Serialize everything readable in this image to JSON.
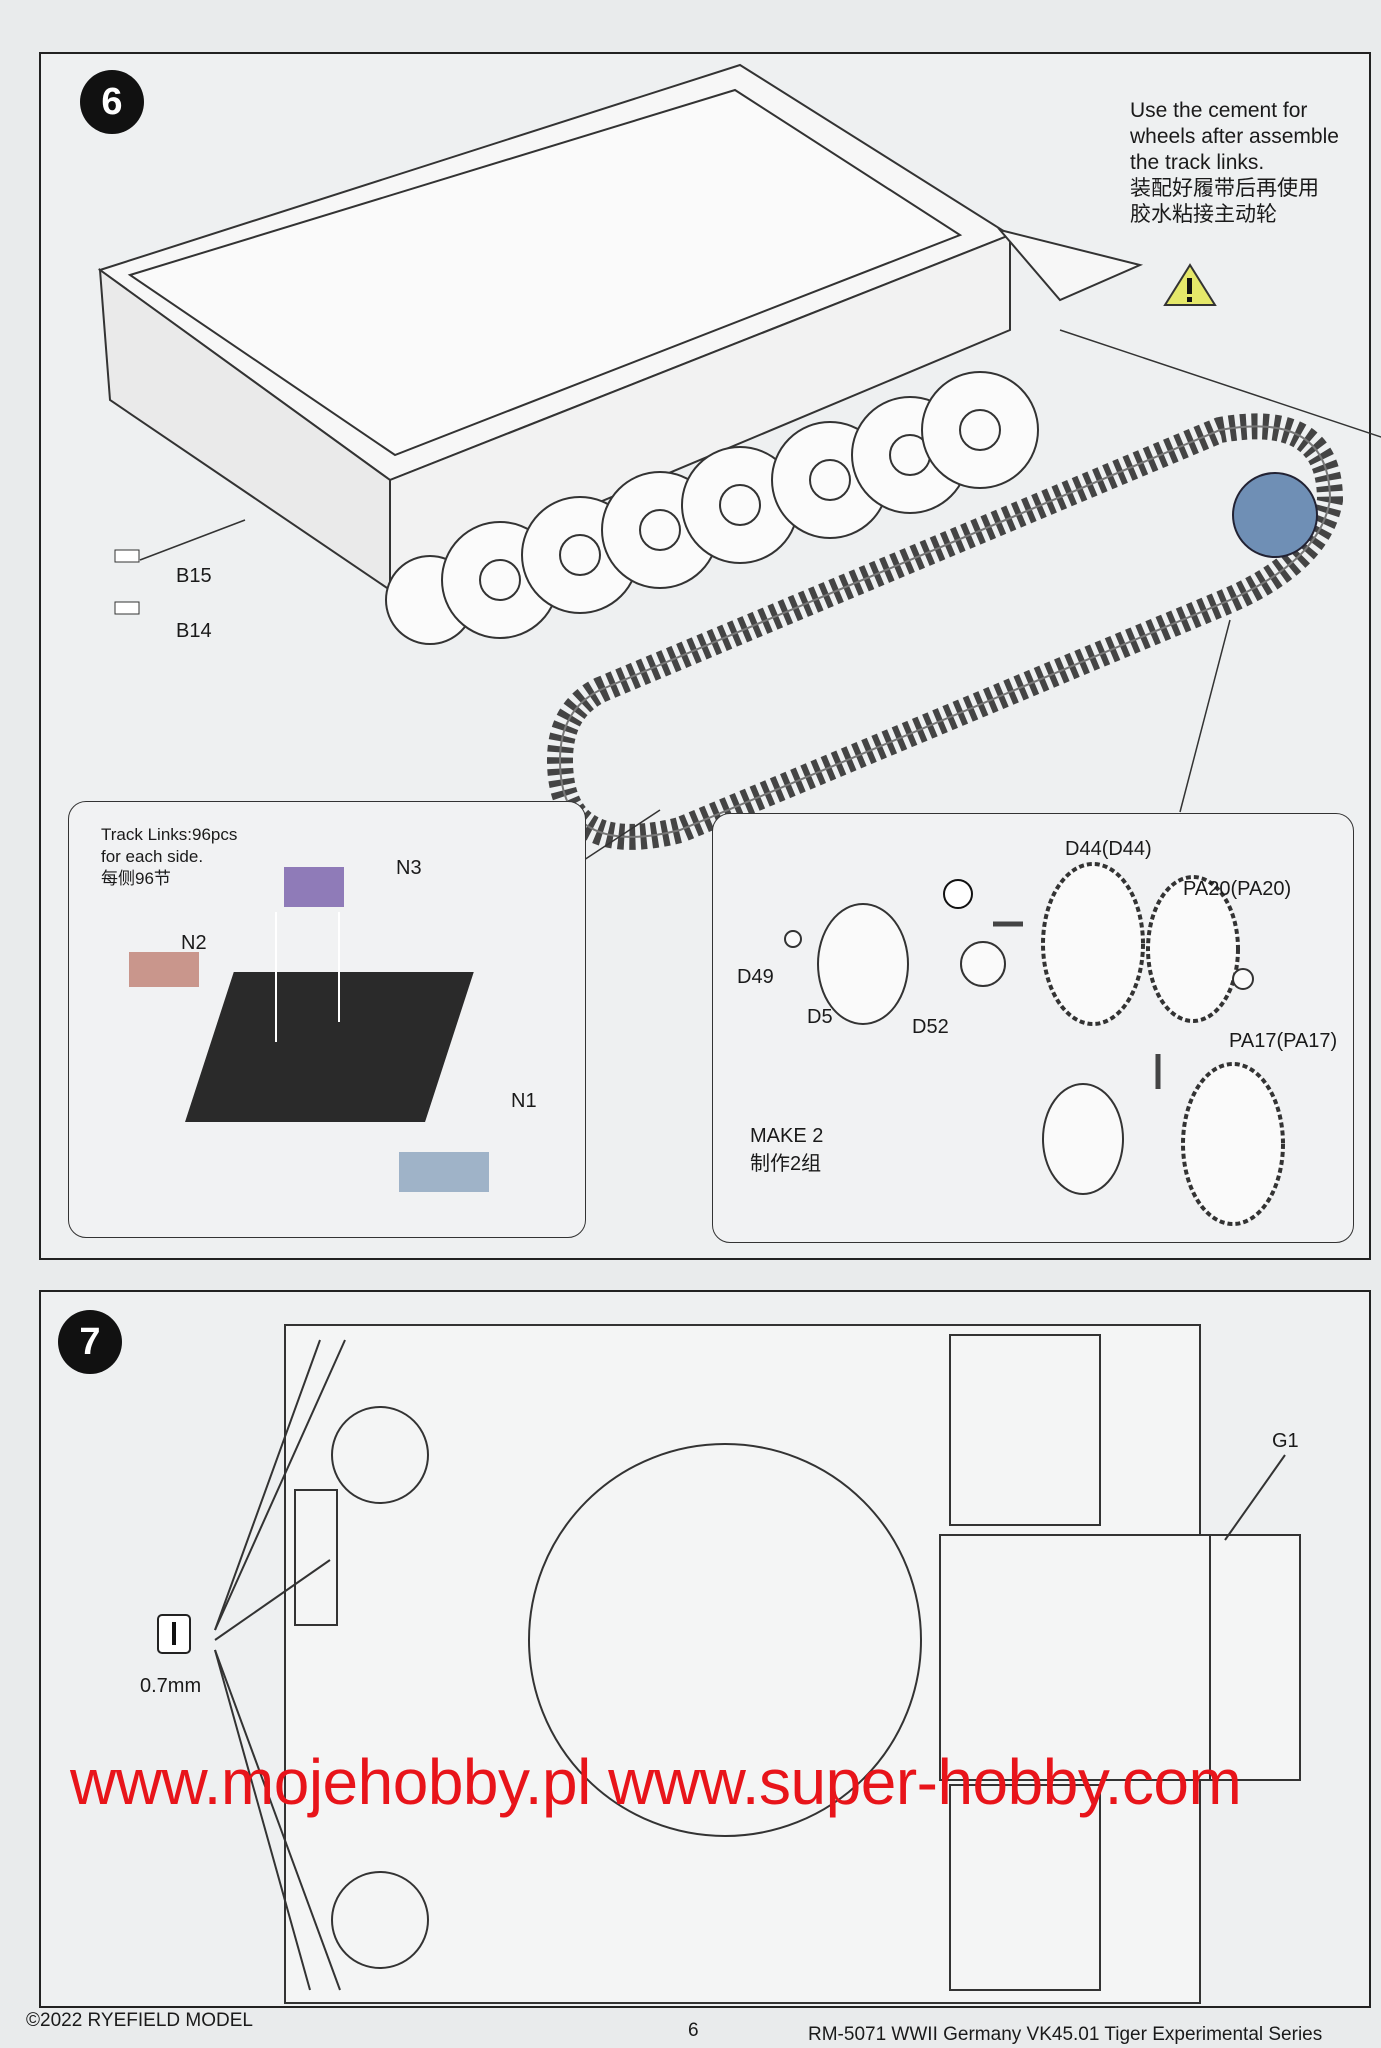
{
  "step6": {
    "number": "6",
    "note_en": [
      "Use the cement for",
      "wheels after assemble",
      "the track links."
    ],
    "note_zh": [
      "装配好履带后再使用",
      "胶水粘接主动轮"
    ],
    "warning_icon": "warning-triangle-icon",
    "parts": {
      "b15": "B15",
      "b14": "B14"
    },
    "track_inset": {
      "text_en": [
        "Track Links:96pcs",
        "for each side."
      ],
      "text_zh": "每侧96节",
      "n1": "N1",
      "n2": "N2",
      "n3": "N3"
    },
    "sprocket_inset": {
      "d44": "D44(D44)",
      "pa20": "PA20(PA20)",
      "d49": "D49",
      "d5x": "D5",
      "d52": "D52",
      "pa17": "PA17(PA17)",
      "make_en": "MAKE 2",
      "make_zh": "制作2组",
      "no_cement_icon": "no-cement-icon"
    }
  },
  "watermark": "www.mojehobby.pl www.super-hobby.com",
  "step7": {
    "number": "7",
    "g1": "G1",
    "drill_size": "0.7mm",
    "drill_icon": "drill-icon"
  },
  "footer": {
    "copyright": "©2022 RYEFIELD MODEL",
    "page": "6",
    "series": "RM-5071 WWII Germany VK45.01 Tiger Experimental Series"
  },
  "colors": {
    "watermark": "#e8141a",
    "n3_part": "#8f7bb8",
    "n2_part": "#c9968c",
    "n1_part": "#9fb3c8",
    "sprocket": "#6f8fb5",
    "warning": "#e5e86a"
  }
}
